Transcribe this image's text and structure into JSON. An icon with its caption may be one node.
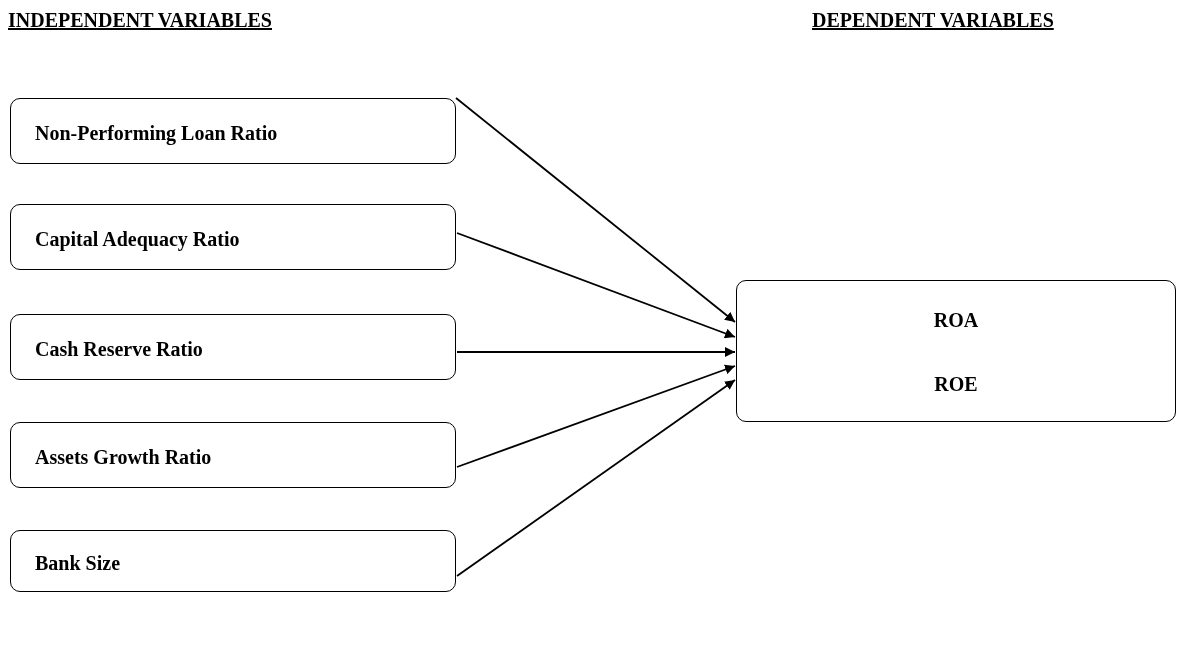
{
  "diagram": {
    "nodes": [
      {
        "text": [
          "Non-Performing Loan Ratio"
        ]
      },
      {
        "text": [
          "Capital Adequacy Ratio"
        ]
      },
      {
        "text": [
          "Cash Reserve Ratio"
        ]
      },
      {
        "text": [
          "Assets Growth Ratio"
        ]
      },
      {
        "text": [
          "Bank Size"
        ]
      },
      {
        "text": [
          "ROA",
          "ROE"
        ]
      }
    ],
    "edges": [
      {
        "from": 0,
        "to": 5,
        "arrow": "to"
      },
      {
        "from": 1,
        "to": 5,
        "arrow": "to"
      },
      {
        "from": 2,
        "to": 5,
        "arrow": "to"
      },
      {
        "from": 3,
        "to": 5,
        "arrow": "to"
      },
      {
        "from": 4,
        "to": 5,
        "arrow": "to"
      }
    ],
    "labels": [
      "INDEPENDENT VARIABLES",
      "DEPENDENT VARIABLES"
    ]
  }
}
